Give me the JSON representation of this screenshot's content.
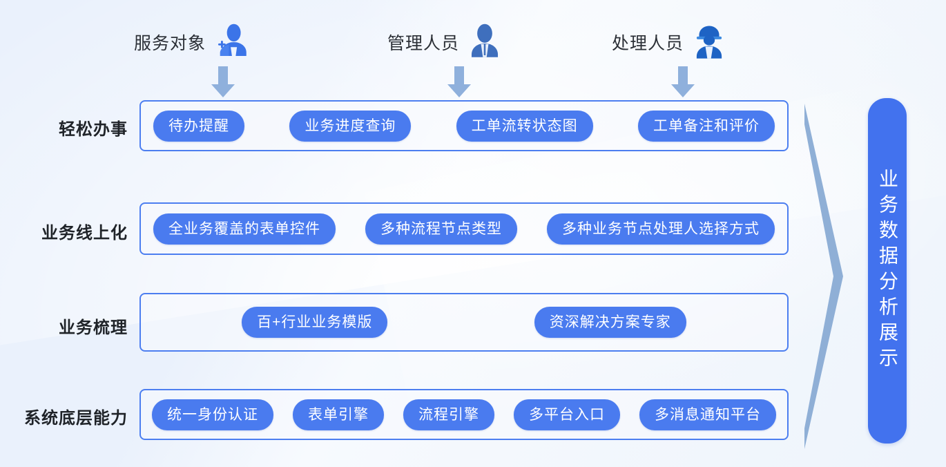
{
  "theme": {
    "background": "#f2f6fd",
    "accent_blue": "#4a7bef",
    "border_blue": "#4c7ef0",
    "banner_blue": "#4272ee",
    "arrow_blue": "#8aabd8",
    "text_dark": "#1f2328",
    "pill_text": "#ffffff"
  },
  "actors": [
    {
      "label": "服务对象",
      "icon": "user-add-icon"
    },
    {
      "label": "管理人员",
      "icon": "manager-icon"
    },
    {
      "label": "处理人员",
      "icon": "worker-helmet-icon"
    }
  ],
  "down_arrows": [
    {
      "name": "down-arrow-1"
    },
    {
      "name": "down-arrow-2"
    },
    {
      "name": "down-arrow-3"
    }
  ],
  "rows": [
    {
      "label": "轻松办事",
      "pills": [
        "待办提醒",
        "业务进度查询",
        "工单流转状态图",
        "工单备注和评价"
      ]
    },
    {
      "label": "业务线上化",
      "pills": [
        "全业务覆盖的表单控件",
        "多种流程节点类型",
        "多种业务节点处理人选择方式"
      ]
    },
    {
      "label": "业务梳理",
      "pills": [
        "百+行业业务模版",
        "资深解决方案专家"
      ]
    },
    {
      "label": "系统底层能力",
      "pills": [
        "统一身份认证",
        "表单引擎",
        "流程引擎",
        "多平台入口",
        "多消息通知平台"
      ]
    }
  ],
  "right_banner": {
    "text": "业务数据分析展示",
    "chevron_icon": "right-chevron-icon"
  }
}
